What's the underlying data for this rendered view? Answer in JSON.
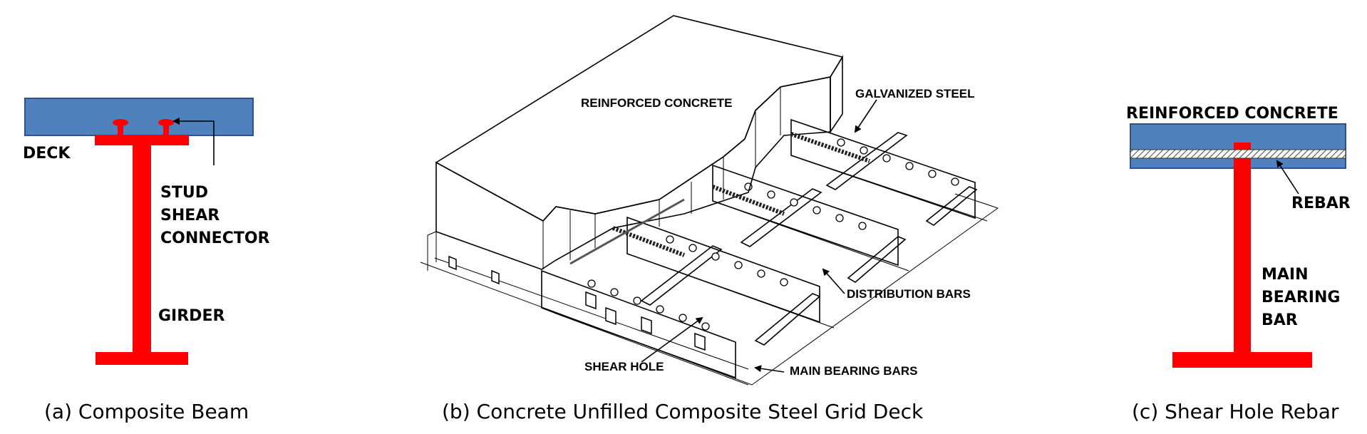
{
  "panel_a": {
    "labels": {
      "deck": "DECK",
      "stud_line1": "STUD",
      "stud_line2": "SHEAR",
      "stud_line3": "CONNECTOR",
      "girder": "GIRDER"
    },
    "caption": "(a) Composite Beam",
    "colors": {
      "deck": "#4f81bd",
      "steel": "#ff0000"
    }
  },
  "panel_b": {
    "labels": {
      "reinforced_concrete": "REINFORCED CONCRETE",
      "galvanized_steel": "GALVANIZED STEEL",
      "distribution_bars": "DISTRIBUTION BARS",
      "shear_hole": "SHEAR HOLE",
      "main_bearing_bars": "MAIN BEARING BARS"
    },
    "caption": "(b) Concrete Unfilled Composite Steel Grid Deck"
  },
  "panel_c": {
    "labels": {
      "reinforced_concrete": "REINFORCED  CONCRETE",
      "rebar": "REBAR",
      "main_line1": "MAIN",
      "main_line2": "BEARING",
      "main_line3": "BAR"
    },
    "caption": "(c) Shear Hole Rebar",
    "colors": {
      "deck": "#4f81bd",
      "steel": "#ff0000"
    }
  }
}
